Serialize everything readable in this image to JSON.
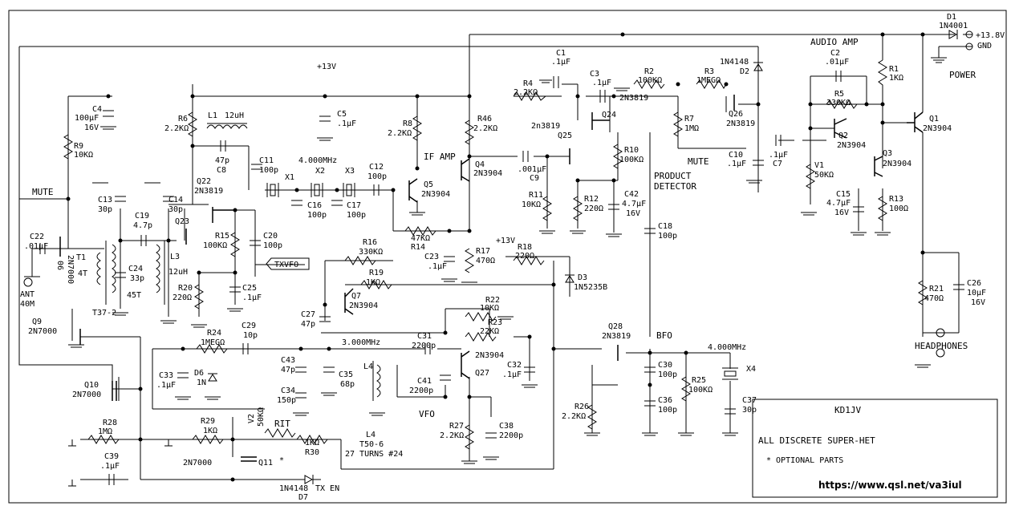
{
  "title_block": {
    "author": "KD1JV",
    "description": "ALL DISCRETE SUPER-HET",
    "note": "* OPTIONAL PARTS",
    "url": "https://www.qsl.net/va3iul"
  },
  "power": {
    "diode": "D1",
    "diode_type": "1N4001",
    "voltage": "+13.8V",
    "gnd": "GND",
    "label": "POWER"
  },
  "sections": {
    "audio_amp": "AUDIO AMP",
    "if_amp": "IF AMP",
    "product_detector_1": "PRODUCT",
    "product_detector_2": "DETECTOR",
    "mute_left": "MUTE",
    "mute_mid": "MUTE",
    "bfo": "BFO",
    "vfo": "VFO",
    "rit": "RIT",
    "txvfo": "TXVFO",
    "tx_en": "TX EN",
    "headphones": "HEADPHONES",
    "ant": "ANT",
    "band": "40M"
  },
  "rails": {
    "v13_a": "+13V",
    "v13_b": "+13V"
  },
  "crystals": {
    "x1": "X1",
    "x2": "X2",
    "x3": "X3",
    "x4": "X4",
    "freq_filter": "4.000MHz",
    "freq_bfo": "4.000MHz",
    "freq_vfo": "3.000MHz"
  },
  "transistors": {
    "q1": [
      "Q1",
      "2N3904"
    ],
    "q2": [
      "Q2",
      "2N3904"
    ],
    "q3": [
      "Q3",
      "2N3904"
    ],
    "q4": [
      "Q4",
      "2N3904"
    ],
    "q5": [
      "Q5",
      "2N3904"
    ],
    "q7": [
      "Q7",
      "2N3904"
    ],
    "q9": [
      "Q9",
      "2N7000"
    ],
    "q10": [
      "Q10",
      "2N7000"
    ],
    "q11": [
      "Q11",
      "*"
    ],
    "q11type": "2N7000",
    "q22": [
      "Q22",
      "2N3819"
    ],
    "q23": "Q23",
    "q24": [
      "Q24",
      "2N3819"
    ],
    "q25": [
      "Q25",
      "2n3819"
    ],
    "q26": [
      "Q26",
      "2N3819"
    ],
    "q27": [
      "Q27",
      "2N3904"
    ],
    "q28": [
      "Q28",
      "2N3819"
    ],
    "q8": [
      "06",
      "2N7000"
    ]
  },
  "diodes": {
    "d2": [
      "D2",
      "1N4148"
    ],
    "d3": [
      "D3",
      "1N5235B"
    ],
    "d6": [
      "D6",
      "1N"
    ],
    "d7": [
      "D7",
      "1N4148"
    ]
  },
  "resistors": {
    "r1": [
      "R1",
      "1KΩ"
    ],
    "r2": [
      "R2",
      "100KΩ"
    ],
    "r3": [
      "R3",
      "1MEGΩ"
    ],
    "r4": [
      "R4",
      "2.2KΩ"
    ],
    "r5": [
      "R5",
      "330KΩ"
    ],
    "r6": [
      "R6",
      "2.2KΩ"
    ],
    "r7": [
      "R7",
      "1MΩ"
    ],
    "r8": [
      "R8",
      "2.2KΩ"
    ],
    "r9": [
      "R9",
      "10KΩ"
    ],
    "r10": [
      "R10",
      "100KΩ"
    ],
    "r11": [
      "R11",
      "10KΩ"
    ],
    "r12": [
      "R12",
      "220Ω"
    ],
    "r13": [
      "R13",
      "100Ω"
    ],
    "r14": [
      "R14",
      "47KΩ"
    ],
    "r15": [
      "R15",
      "100KΩ"
    ],
    "r16": [
      "R16",
      "330KΩ"
    ],
    "r17": [
      "R17",
      "470Ω"
    ],
    "r18": [
      "R18",
      "220Ω"
    ],
    "r19": [
      "R19",
      "1KΩ"
    ],
    "r20": [
      "R20",
      "220Ω"
    ],
    "r21": [
      "R21",
      "470Ω"
    ],
    "r22": [
      "R22",
      "10KΩ"
    ],
    "r23": [
      "R23",
      "22KΩ"
    ],
    "r24": [
      "R24",
      "1MEGΩ"
    ],
    "r25": [
      "R25",
      "100KΩ"
    ],
    "r26": [
      "R26",
      "2.2KΩ"
    ],
    "r27": [
      "R27",
      "2.2KΩ"
    ],
    "r28": [
      "R28",
      "1MΩ"
    ],
    "r29": [
      "R29",
      "1KΩ"
    ],
    "r30": [
      "R30",
      "1KΩ"
    ],
    "r46": [
      "R46",
      "2.2KΩ"
    ]
  },
  "capacitors": {
    "c1": [
      "C1",
      ".1µF"
    ],
    "c2": [
      "C2",
      ".01µF"
    ],
    "c3": [
      "C3",
      ".1µF"
    ],
    "c4": [
      "C4",
      "100µF",
      "16V"
    ],
    "c5": [
      "C5",
      ".1µF"
    ],
    "c7": [
      "C7",
      ".1µF"
    ],
    "c8": [
      "C8",
      "47p"
    ],
    "c9": [
      "C9",
      ".001µF"
    ],
    "c10": [
      "C10",
      ".1µF"
    ],
    "c11": [
      "C11",
      "100p"
    ],
    "c12": [
      "C12",
      "100p"
    ],
    "c13": [
      "C13",
      "30p"
    ],
    "c14": [
      "C14",
      "30p"
    ],
    "c15": [
      "C15",
      "4.7µF",
      "16V"
    ],
    "c16": [
      "C16",
      "100p"
    ],
    "c17": [
      "C17",
      "100p"
    ],
    "c18": [
      "C18",
      "100p"
    ],
    "c19": [
      "C19",
      "4.7p"
    ],
    "c20": [
      "C20",
      "100p"
    ],
    "c22": [
      "C22",
      ".01µF"
    ],
    "c23": [
      "C23",
      ".1µF"
    ],
    "c24": [
      "C24",
      "33p"
    ],
    "c25": [
      "C25",
      ".1µF"
    ],
    "c26": [
      "C26",
      "10µF",
      "16V"
    ],
    "c27": [
      "C27",
      "47p"
    ],
    "c29": [
      "C29",
      "10p"
    ],
    "c30": [
      "C30",
      "100p"
    ],
    "c31": [
      "C31",
      "2200p"
    ],
    "c32": [
      "C32",
      ".1µF"
    ],
    "c33": [
      "C33",
      ".1µF"
    ],
    "c34": [
      "C34",
      "150p"
    ],
    "c35": [
      "C35",
      "68p"
    ],
    "c36": [
      "C36",
      "100p"
    ],
    "c37": [
      "C37",
      "30p"
    ],
    "c38": [
      "C38",
      "2200p"
    ],
    "c39": [
      "C39",
      ".1µF"
    ],
    "c41": [
      "C41",
      "2200p"
    ],
    "c42": [
      "C42",
      "4.7µF",
      "16V"
    ],
    "c43": [
      "C43",
      "47p"
    ]
  },
  "inductors": {
    "l1": [
      "L1",
      "12uH"
    ],
    "l3": [
      "L3",
      "12uH"
    ],
    "l4": "L4",
    "l4_core": [
      "L4",
      "T50-6",
      "27 TURNS #24"
    ],
    "t1": [
      "T1",
      "4T",
      "45T",
      "T37-2"
    ]
  },
  "pots": {
    "v1": [
      "V1",
      "50KΩ"
    ],
    "v2": "V2",
    "v2val": "50KΩ"
  }
}
